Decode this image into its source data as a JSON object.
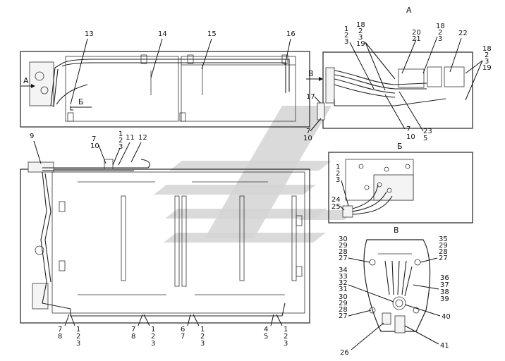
{
  "views": {
    "a": "А",
    "b": "Б",
    "v": "В",
    "arrow_a": "А",
    "arrow_b": "Б",
    "arrow_v": "В"
  },
  "callouts": {
    "n13": "13",
    "n14": "14",
    "n15": "15",
    "n16": "16",
    "n9": "9",
    "n7a": "7",
    "n10a": "10",
    "n11": "11",
    "n12": "12",
    "g123_top": [
      "1",
      "2",
      "3"
    ],
    "g123_a": [
      "1",
      "2",
      "3"
    ],
    "g18_19": [
      "18",
      "2",
      "3",
      "19"
    ],
    "g20_21": [
      "20",
      "21"
    ],
    "g18_3": [
      "18",
      "2",
      "3"
    ],
    "n22": "22",
    "g18_2_3_19_right": [
      "18",
      "2",
      "3",
      "19"
    ],
    "n17": "17",
    "n7b": "7",
    "n10b": "10",
    "n7c": "7",
    "n10c": "10",
    "n23": "23",
    "n5a": "5",
    "g123_b": [
      "1",
      "2",
      "3"
    ],
    "n24": "24",
    "n25": "25",
    "g30_27a": [
      "30",
      "29",
      "28",
      "27"
    ],
    "g35_27": [
      "35",
      "29",
      "28",
      "27"
    ],
    "g34_31": [
      "34",
      "33",
      "32",
      "31"
    ],
    "g36_39": [
      "36",
      "37",
      "38",
      "39"
    ],
    "g30_27b": [
      "30",
      "29",
      "28",
      "27"
    ],
    "n40": "40",
    "n26": "26",
    "n41": "41",
    "bottom_groups": [
      {
        "left": [
          "7",
          "8"
        ],
        "right": [
          "1",
          "2",
          "3"
        ]
      },
      {
        "left": [
          "7",
          "8"
        ],
        "right": [
          "1",
          "2",
          "3"
        ]
      },
      {
        "left": [
          "6",
          "7"
        ],
        "right": [
          "1",
          "2",
          "3"
        ]
      },
      {
        "left": [
          "4",
          "5"
        ],
        "right": [
          "1",
          "2",
          "3"
        ]
      }
    ]
  },
  "icons": [
    "watermark-logo",
    "view-arrow"
  ],
  "colors": {
    "line": "#111111",
    "watermark": "#d3d3d3"
  }
}
